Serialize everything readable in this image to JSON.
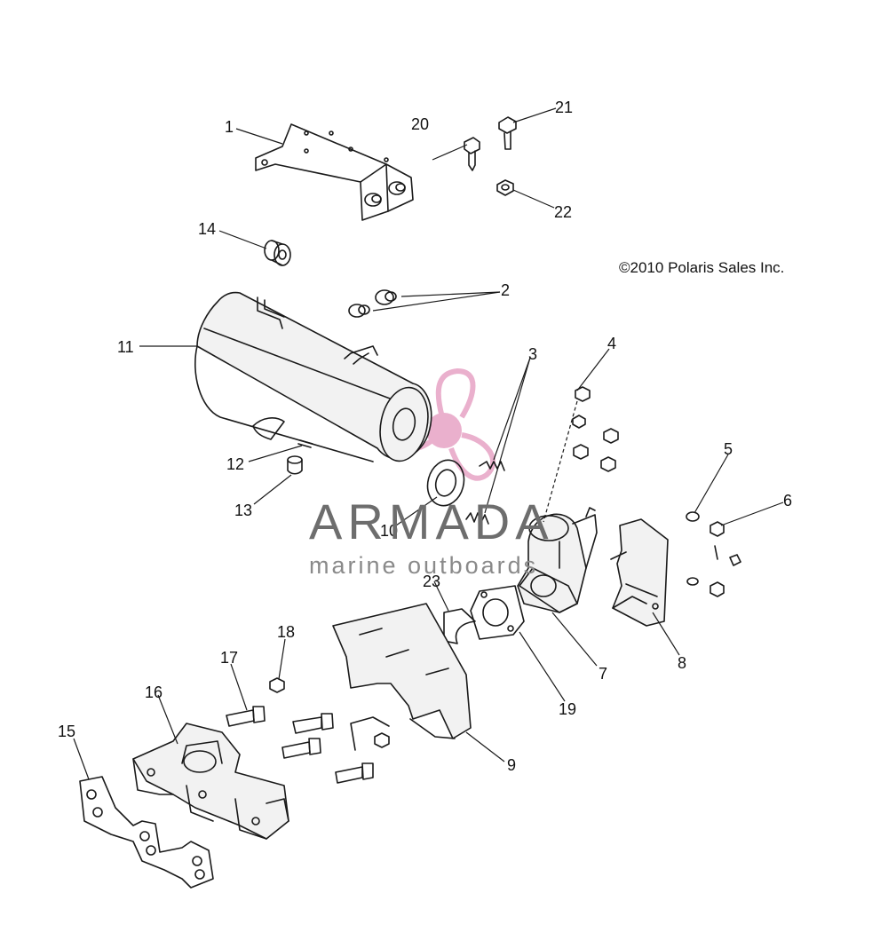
{
  "copyright": "©2010 Polaris Sales Inc.",
  "watermark": {
    "brand": "ARMADA",
    "tagline": "marine outboards",
    "accent_color": "#e8a8c8"
  },
  "callouts": [
    "1",
    "2",
    "3",
    "4",
    "5",
    "6",
    "7",
    "8",
    "9",
    "10",
    "11",
    "12",
    "13",
    "14",
    "15",
    "16",
    "17",
    "18",
    "19",
    "20",
    "21",
    "22",
    "23"
  ],
  "colors": {
    "line": "#1a1a1a",
    "background": "#ffffff"
  }
}
